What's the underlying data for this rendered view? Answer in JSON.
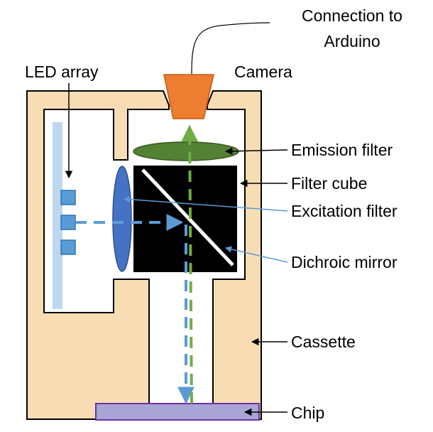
{
  "labels": {
    "connection_line1": "Connection to",
    "connection_line2": "Arduino",
    "led_array": "LED array",
    "camera": "Camera",
    "emission_filter": "Emission filter",
    "filter_cube": "Filter cube",
    "excitation_filter": "Excitation filter",
    "dichroic_mirror": "Dichroic mirror",
    "cassette": "Cassette",
    "chip": "Chip"
  },
  "colors": {
    "cassette": "#F8DDB4",
    "outline": "#000000",
    "camera": "#ED7D31",
    "camera_edge": "#C55A11",
    "emission_filter": "#548235",
    "emission_edge": "#375623",
    "excitation_filter": "#4472C4",
    "excitation_edge": "#2F528F",
    "led_strip": "#BDD7EE",
    "led": "#5B9BD5",
    "led_edge": "#2E75B6",
    "filter_cube": "#000000",
    "mirror": "#FFFFFF",
    "chip": "#A9A6D6",
    "chip_edge": "#7030A0",
    "excitation_light": "#5B9BD5",
    "emission_light": "#70AD47",
    "pointer_blue": "#5B9BD5",
    "pointer_black": "#000000"
  }
}
